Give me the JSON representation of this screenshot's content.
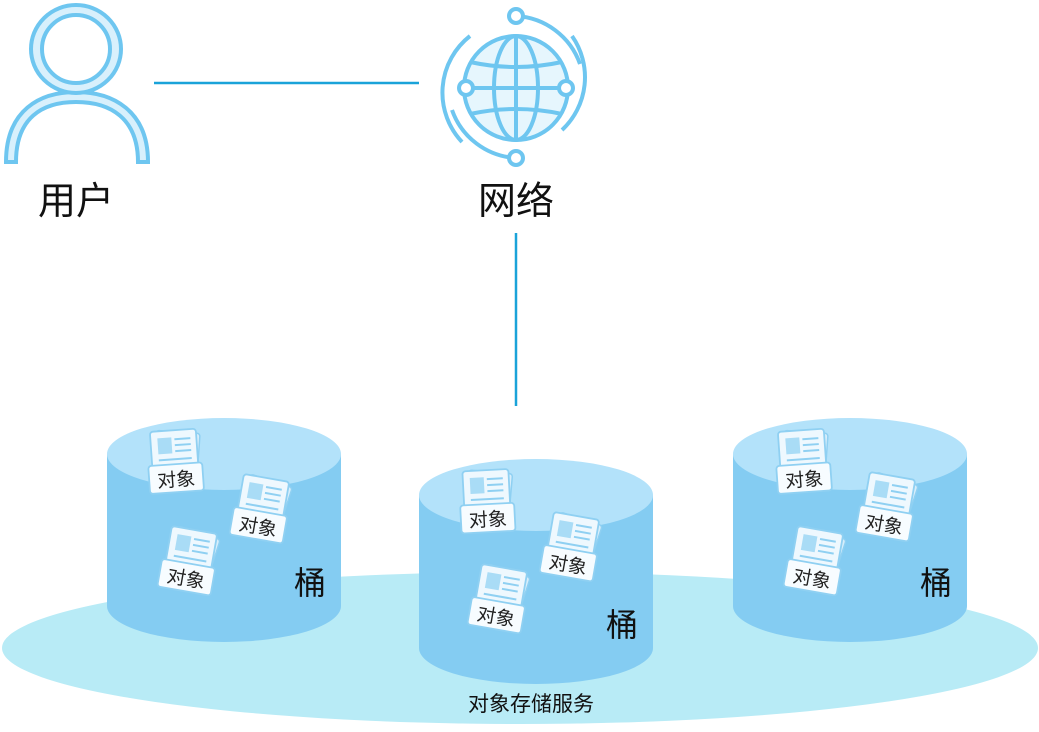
{
  "nodes": {
    "user": {
      "label": "用户",
      "icon": "user-icon"
    },
    "network": {
      "label": "网络",
      "icon": "globe-network-icon"
    }
  },
  "storage": {
    "label": "对象存储服务",
    "buckets": [
      {
        "label": "桶",
        "objects": [
          "对象",
          "对象",
          "对象"
        ]
      },
      {
        "label": "桶",
        "objects": [
          "对象",
          "对象",
          "对象"
        ]
      },
      {
        "label": "桶",
        "objects": [
          "对象",
          "对象",
          "对象"
        ]
      }
    ]
  },
  "colors": {
    "line": "#1aa3d9",
    "icon_stroke": "#6ec6f0",
    "icon_fill": "#d8f0fc",
    "bucket_body": "#84ccf2",
    "bucket_top": "#b3e2fa",
    "platform": "#b8ebf6",
    "doc_fill": "#e9f6fd",
    "doc_line": "#7cc7ef"
  }
}
